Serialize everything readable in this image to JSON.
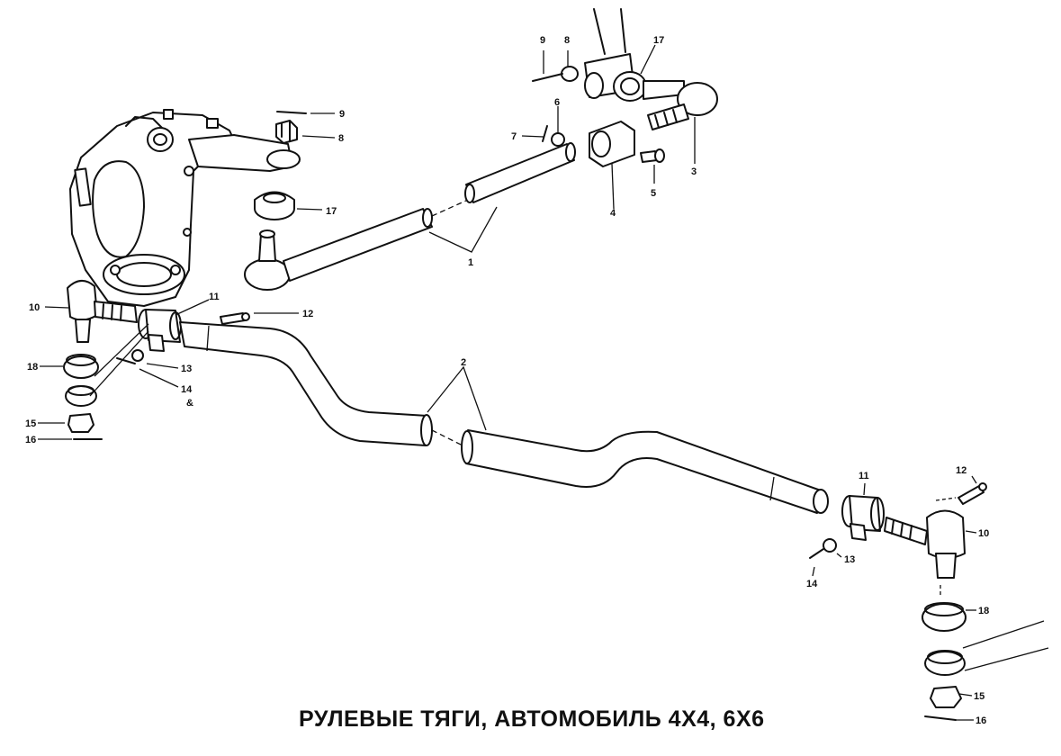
{
  "title": "РУЛЕВЫЕ ТЯГИ, АВТОМОБИЛЬ 4Х4, 6Х6",
  "callouts": {
    "c9a": "9",
    "c8a": "8",
    "c17a": "17",
    "c6": "6",
    "c7": "7",
    "c5": "5",
    "c4": "4",
    "c3": "3",
    "c9b": "9",
    "c8b": "8",
    "c17b": "17",
    "c1": "1",
    "c10a": "10",
    "c11a": "11",
    "c12a": "12",
    "c18a": "18",
    "c13a": "13",
    "c14a": "14",
    "c14and": "&",
    "c15a": "15",
    "c16a": "16",
    "c2": "2",
    "c11b": "11",
    "c12b": "12",
    "c10b": "10",
    "c13b": "13",
    "c14b": "14",
    "c18b": "18",
    "c15b": "15",
    "c16b": "16"
  }
}
